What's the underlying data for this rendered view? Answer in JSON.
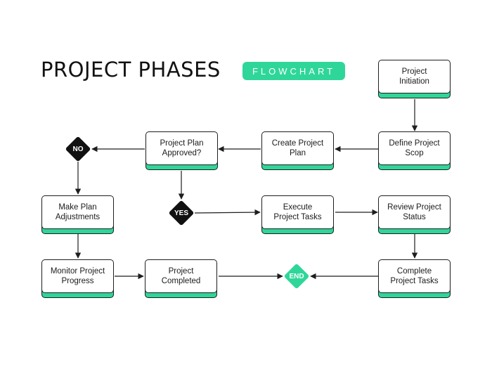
{
  "header": {
    "title": "PROJECT PHASES",
    "tag": "FLOWCHART"
  },
  "nodes": {
    "initiation": "Project\nInitiation",
    "define_scope": "Define Project\nScop",
    "create_plan": "Create Project\nPlan",
    "plan_approved": "Project Plan\nApproved?",
    "make_adjustments": "Make Plan\nAdjustments",
    "execute_tasks": "Execute\nProject Tasks",
    "review_status": "Review Project\nStatus",
    "monitor_progress": "Monitor Project\nProgress",
    "completed": "Project\nCompleted",
    "complete_tasks": "Complete\nProject Tasks"
  },
  "decisions": {
    "no": "NO",
    "yes": "YES",
    "end": "END"
  },
  "colors": {
    "accent": "#2fd69a",
    "dark": "#111111",
    "line": "#1e1e1e"
  }
}
